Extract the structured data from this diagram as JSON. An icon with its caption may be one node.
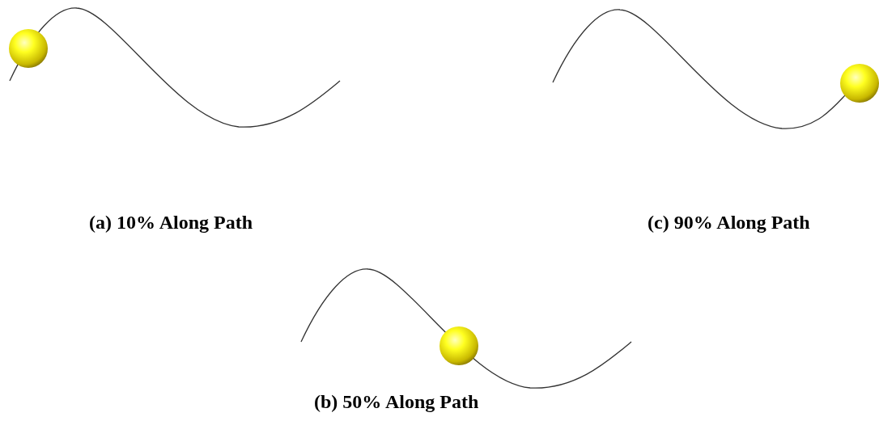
{
  "diagram": {
    "labels": [
      "(a) 10% Along Path",
      "(c) 90% Along Path",
      "(b) 50% Along Path"
    ]
  }
}
